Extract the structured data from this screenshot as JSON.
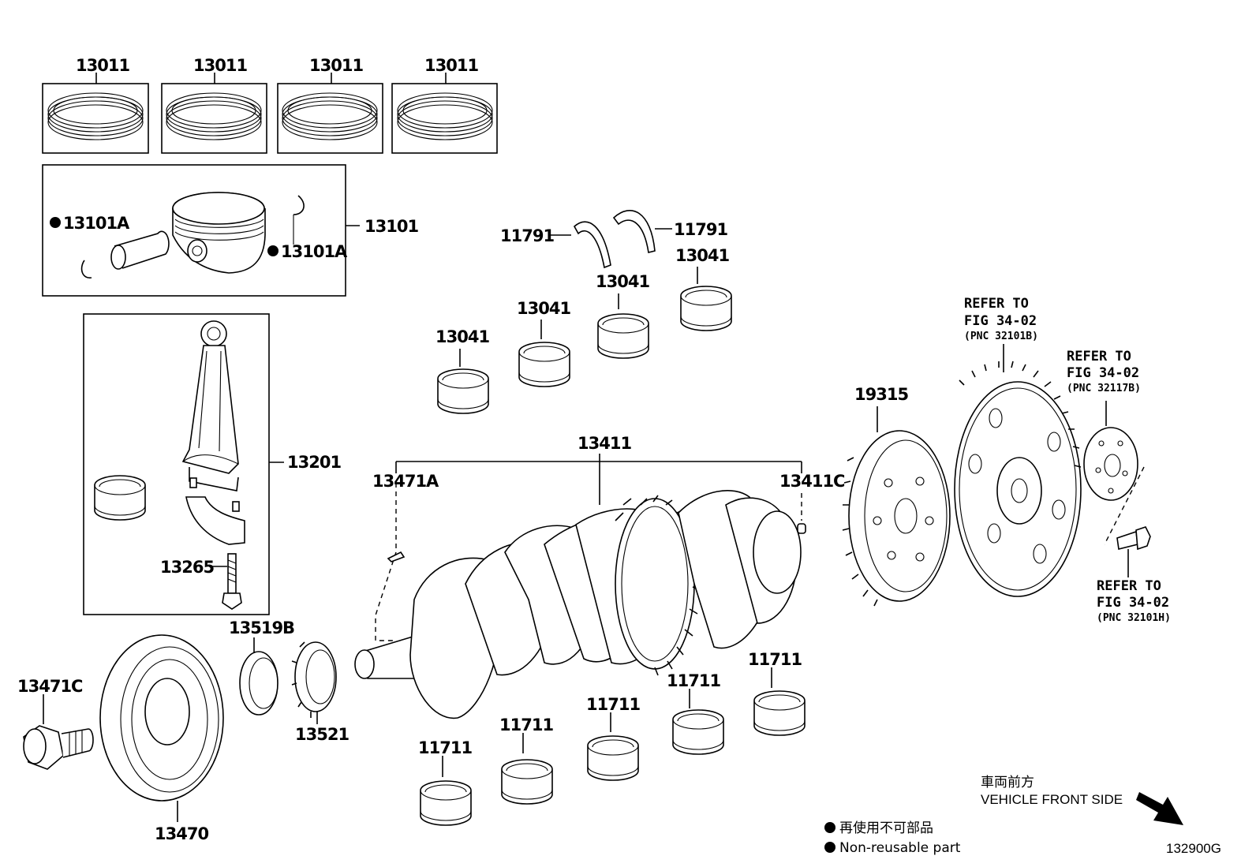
{
  "diagram": {
    "code": "132900G",
    "legend": {
      "line1": "再使用不可部品",
      "line2": "Non-reusable part"
    },
    "front": {
      "jp": "車両前方",
      "en": "VEHICLE FRONT SIDE"
    },
    "parts": {
      "ring_set_1": "13011",
      "ring_set_2": "13011",
      "ring_set_3": "13011",
      "ring_set_4": "13011",
      "piston_assy": "13101",
      "snap_ring_left": "13101A",
      "snap_ring_right": "13101A",
      "conrod_assy": "13201",
      "conrod_bolt": "13265",
      "thrust_washer_left": "11791",
      "thrust_washer_right": "11791",
      "rod_bearing_1": "13041",
      "rod_bearing_2": "13041",
      "rod_bearing_3": "13041",
      "rod_bearing_4": "13041",
      "crankshaft": "13411",
      "crank_key": "13471A",
      "crank_pin": "13411C",
      "crank_bolt": "13471C",
      "pulley": "13470",
      "sprocket_a": "13519B",
      "sprocket_b": "13521",
      "main_bearing_1": "11711",
      "main_bearing_2": "11711",
      "main_bearing_3": "11711",
      "main_bearing_4": "11711",
      "main_bearing_5": "11711",
      "signal_plate": "19315"
    },
    "refs": {
      "flywheel": {
        "l1": "REFER TO",
        "l2": "FIG 34-02",
        "l3": "(PNC 32101B)"
      },
      "spacer": {
        "l1": "REFER TO",
        "l2": "FIG 34-02",
        "l3": "(PNC 32117B)"
      },
      "bolt": {
        "l1": "REFER TO",
        "l2": "FIG 34-02",
        "l3": "(PNC 32101H)"
      }
    }
  }
}
